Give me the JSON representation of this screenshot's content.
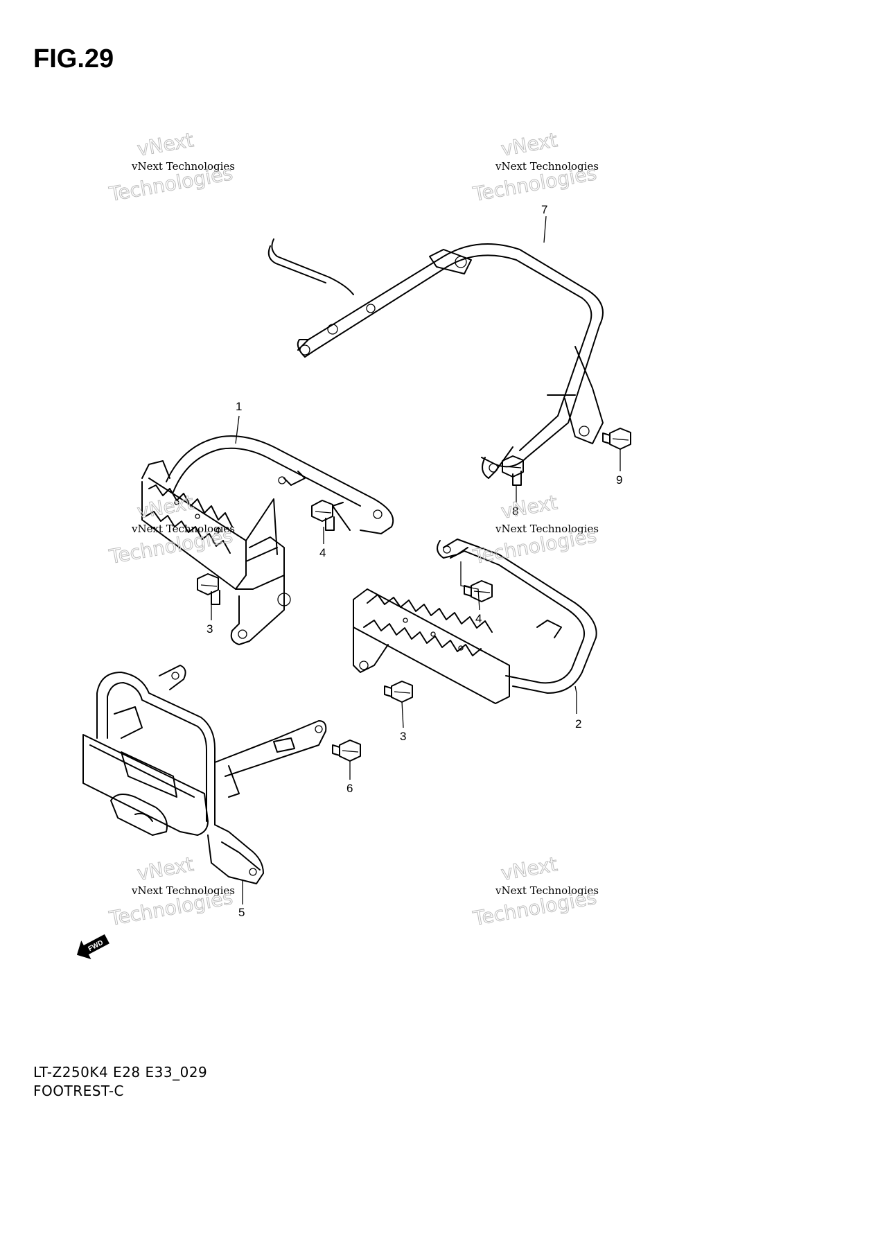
{
  "figure": {
    "title": "FIG.29",
    "model_code": "LT-Z250K4 E28 E33_029",
    "diagram_name": "FOOTREST-C"
  },
  "watermarks": [
    {
      "line1": "vNext",
      "line2": "vNext Technologies",
      "line3": "Technologies"
    },
    {
      "line1": "vNext",
      "line2": "vNext Technologies",
      "line3": "Technologies"
    },
    {
      "line1": "vNext",
      "line2": "vNext Technologies",
      "line3": "Technologies"
    },
    {
      "line1": "vNext",
      "line2": "vNext Technologies",
      "line3": "Technologies"
    },
    {
      "line1": "vNext",
      "line2": "vNext Technologies",
      "line3": "Technologies"
    },
    {
      "line1": "vNext",
      "line2": "vNext Technologies",
      "line3": "Technologies"
    }
  ],
  "callouts": {
    "c1": "1",
    "c2": "2",
    "c3a": "3",
    "c3b": "3",
    "c4a": "4",
    "c4b": "4",
    "c5": "5",
    "c6": "6",
    "c7": "7",
    "c8": "8",
    "c9": "9"
  },
  "fwd_arrow": {
    "label": "FWD",
    "icon": "fwd-arrow-icon"
  },
  "colors": {
    "line": "#000000",
    "watermark": "#bdbdbd",
    "background": "#ffffff"
  }
}
